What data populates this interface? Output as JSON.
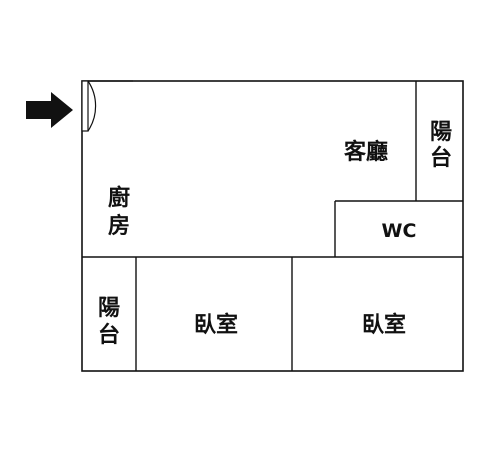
{
  "rooms": {
    "living": "客廳",
    "kitchen_line1": "廚",
    "kitchen_line2": "房",
    "balcony_right_line1": "陽",
    "balcony_right_line2": "台",
    "wc": "WC",
    "balcony_left_line1": "陽",
    "balcony_left_line2": "台",
    "bedroom_1": "臥室",
    "bedroom_2": "臥室"
  },
  "entrance": {
    "icon": "arrow-right-icon"
  },
  "colors": {
    "line": "#111111",
    "background": "#ffffff"
  }
}
